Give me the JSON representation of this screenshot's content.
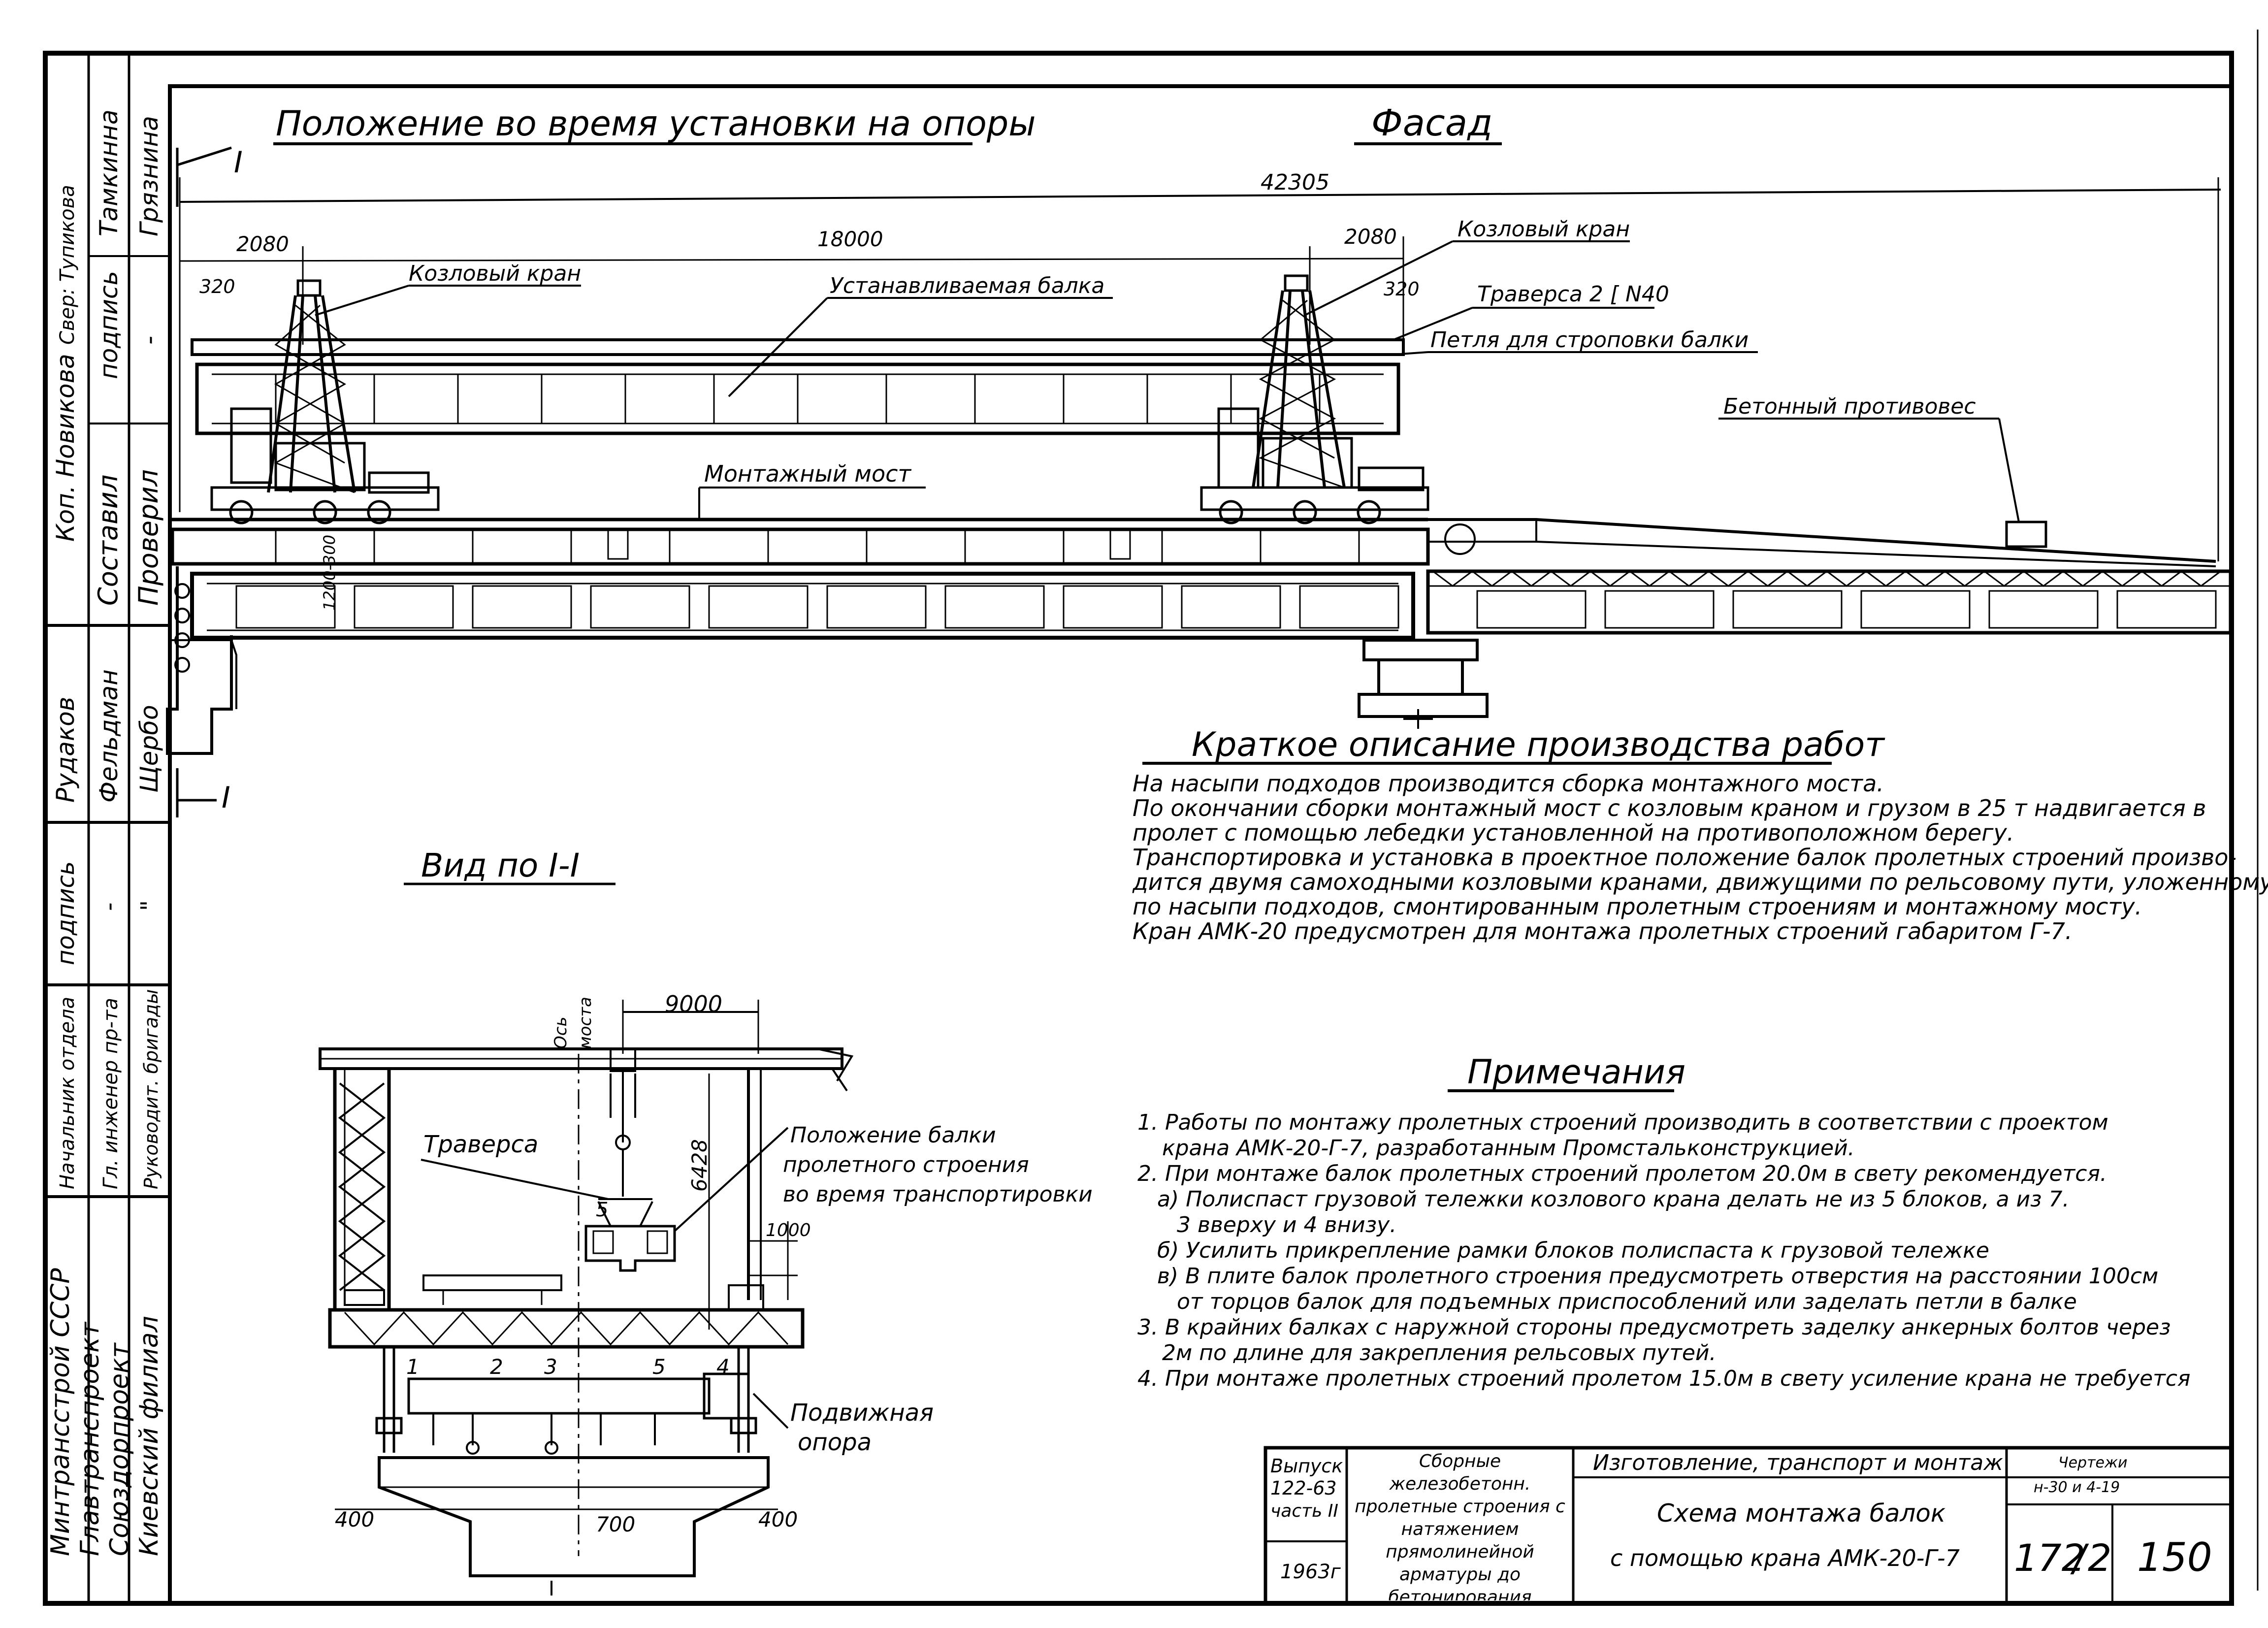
{
  "stamp": {
    "left_column": {
      "kop": "Коп. Новикова",
      "sver": "Свер: Тупикова",
      "tamkanna": "Тамкинна",
      "gryznina": "Грязнина",
      "podpis1": "подпись",
      "dash1": "-",
      "sostavil": "Составил",
      "proveril": "Проверил",
      "rudakov": "Рудаков",
      "feldman": "Фельдман",
      "scherbo": "Щербо",
      "podpis2": "подпись",
      "dash2": "-",
      "dash3": "\"",
      "nach_otdela": "Начальник отдела",
      "gl_inzh": "Гл. инженер пр-та",
      "ruk_brig": "Руководит. бригады",
      "ministry": "Минтрансстрой СССР",
      "glavtrans": "Главтранспроект",
      "soyuzdor": "Союздорпроект",
      "kiev": "Киевский филиал"
    },
    "bottom": {
      "vypusk": "Выпуск",
      "vypusk_num": "122-63",
      "chast": "часть II",
      "year": "1963г",
      "series_title": "Сборные железобетонн. пролетные строения с натяжением прямолинейной арматуры до бетонирования",
      "header_right": "Изготовление, транспорт и монтаж",
      "sheet_title_1": "Схема монтажа балок",
      "sheet_title_2": "с помощью крана АМК-20-Г-7",
      "drawing_ref_1": "Чертежи",
      "drawing_ref_2": "н-30 и 4-19",
      "doc_num_1": "172",
      "doc_num_2": "2",
      "sheet_num": "150"
    }
  },
  "facade": {
    "heading_left": "Положение во время установки на опоры",
    "heading_right": "Фасад",
    "section_mark": "I",
    "dim_total": "42305",
    "dim_2080_left": "2080",
    "dim_18000": "18000",
    "dim_2080_right": "2080",
    "dim_320_left": "320",
    "dim_320_right": "320",
    "dim_vertical": "1200-300",
    "label_crane_left": "Козловый кран",
    "label_crane_right": "Козловый кран",
    "label_beam": "Устанавливаемая балка",
    "label_traverse": "Траверса 2 [ N40",
    "label_loop": "Петля для строповки балки",
    "label_counterweight": "Бетонный противовес",
    "label_bridge": "Монтажный мост"
  },
  "section_view": {
    "heading": "Вид по I-I",
    "axis_label_1": "Ось",
    "axis_label_2": "моста",
    "dim_9000": "9000",
    "dim_6428": "6428",
    "dim_1000": "1000",
    "dim_400_left": "400",
    "dim_700": "700",
    "dim_400_right": "400",
    "label_traverse": "Траверса",
    "label_position_1": "Положение балки",
    "label_position_2": "пролетного строения",
    "label_position_3": "во время транспортировки",
    "label_support_1": "Подвижная",
    "label_support_2": "опора",
    "n1": "1",
    "n2": "2",
    "n3": "3",
    "n4": "4",
    "n5": "5",
    "n5b": "5"
  },
  "description": {
    "heading": "Краткое описание производства работ",
    "lines": [
      "На насыпи подходов производится сборка монтажного моста.",
      "По окончании сборки монтажный мост с козловым краном и грузом в 25 т надвигается в",
      "пролет с помощью лебедки установленной на противоположном берегу.",
      "Транспортировка и установка в проектное положение балок пролетных строений произво-",
      "дится двумя самоходными козловыми кранами, движущими по рельсовому пути, уложенному",
      "по насыпи подходов, смонтированным пролетным строениям и монтажному мосту.",
      "Кран АМК-20 предусмотрен для монтажа пролетных строений габаритом Г-7."
    ]
  },
  "notes": {
    "heading": "Примечания",
    "lines": [
      "1. Работы по монтажу пролетных строений производить в соответствии с проектом",
      "крана АМК-20-Г-7, разработанным Промстальконструкцией.",
      "2. При монтаже балок пролетных строений пролетом 20.0м в свету рекомендуется.",
      "а) Полиспаст грузовой тележки козлового крана делать не из 5 блоков, а из 7.",
      "3 вверху и 4 внизу.",
      "б) Усилить прикрепление рамки блоков полиспаста к грузовой тележке",
      "в) В плите балок пролетного строения предусмотреть отверстия на расстоянии 100см",
      "от торцов балок для подъемных приспособлений или заделать петли в балке",
      "3. В крайних балках с наружной стороны предусмотреть заделку анкерных болтов через",
      "2м по длине для закрепления рельсовых путей.",
      "4. При монтаже пролетных строений пролетом 15.0м в свету усиление крана не требуется"
    ]
  }
}
